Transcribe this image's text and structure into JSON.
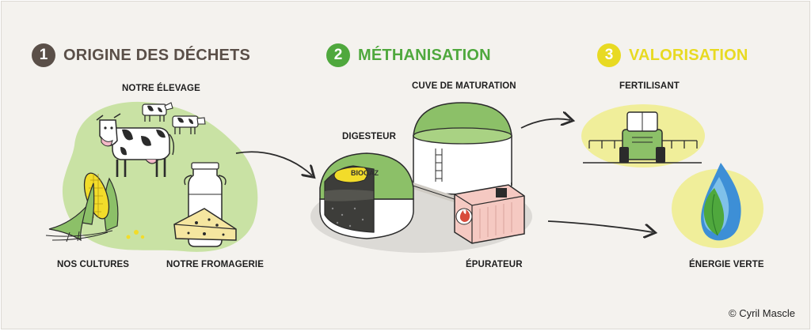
{
  "steps": [
    {
      "number": "1",
      "title": "ORIGINE DES DÉCHETS",
      "color": "#5a4f48"
    },
    {
      "number": "2",
      "title": "MÉTHANISATION",
      "color": "#4fa83d"
    },
    {
      "number": "3",
      "title": "VALORISATION",
      "color": "#e8da22"
    }
  ],
  "labels": {
    "elevage": "NOTRE ÉLEVAGE",
    "cultures": "NOS CULTURES",
    "fromagerie": "NOTRE FROMAGERIE",
    "digesteur": "DIGESTEUR",
    "biogaz": "BIOGAZ",
    "cuve": "CUVE DE MATURATION",
    "epurateur": "ÉPURATEUR",
    "fertilisant": "FERTILISANT",
    "energie": "ÉNERGIE VERTE"
  },
  "credit": "© Cyril Mascle",
  "colors": {
    "background": "#f4f2ee",
    "light_green": "#c9e2a4",
    "green": "#8cc068",
    "light_yellow": "#f0ee9a",
    "yellow": "#f2dc2a",
    "pink": "#f5c9c2",
    "dark": "#2b2b2b"
  },
  "icons": [
    "cow-icon",
    "corn-icon",
    "milk-can-icon",
    "cheese-icon",
    "digester-icon",
    "maturation-tank-icon",
    "purifier-icon",
    "flame-icon",
    "tractor-icon",
    "energy-drop-icon",
    "arrow-icon"
  ]
}
